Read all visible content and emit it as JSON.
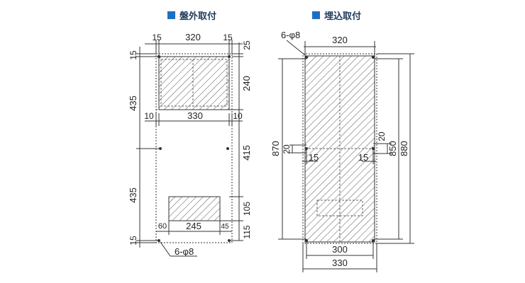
{
  "colors": {
    "title_square": "#1f6fc1",
    "line": "#333333",
    "hatch": "#555555",
    "title_text": "#1f3a5a"
  },
  "left": {
    "title": "盤外取付",
    "top_dims": [
      "15",
      "320",
      "15"
    ],
    "right_top_dims": [
      "25",
      "240"
    ],
    "left_dims": [
      "15",
      "435"
    ],
    "mid_dims": [
      "10",
      "330",
      "10"
    ],
    "right_mid_dim": "415",
    "left_lower_dim": "435",
    "right_lower_dims": [
      "105",
      "115"
    ],
    "bottom_dims": [
      "60",
      "245",
      "45"
    ],
    "bottom_left_dim": "15",
    "hole_label": "6-φ8"
  },
  "right": {
    "title": "埋込取付",
    "hole_label": "6-φ8",
    "top_dim": "320",
    "left_dims": [
      "870",
      "20"
    ],
    "inner_dims": [
      "15",
      "15",
      "20"
    ],
    "right_dims": [
      "850",
      "880"
    ],
    "bottom_dims": [
      "300",
      "330"
    ]
  }
}
